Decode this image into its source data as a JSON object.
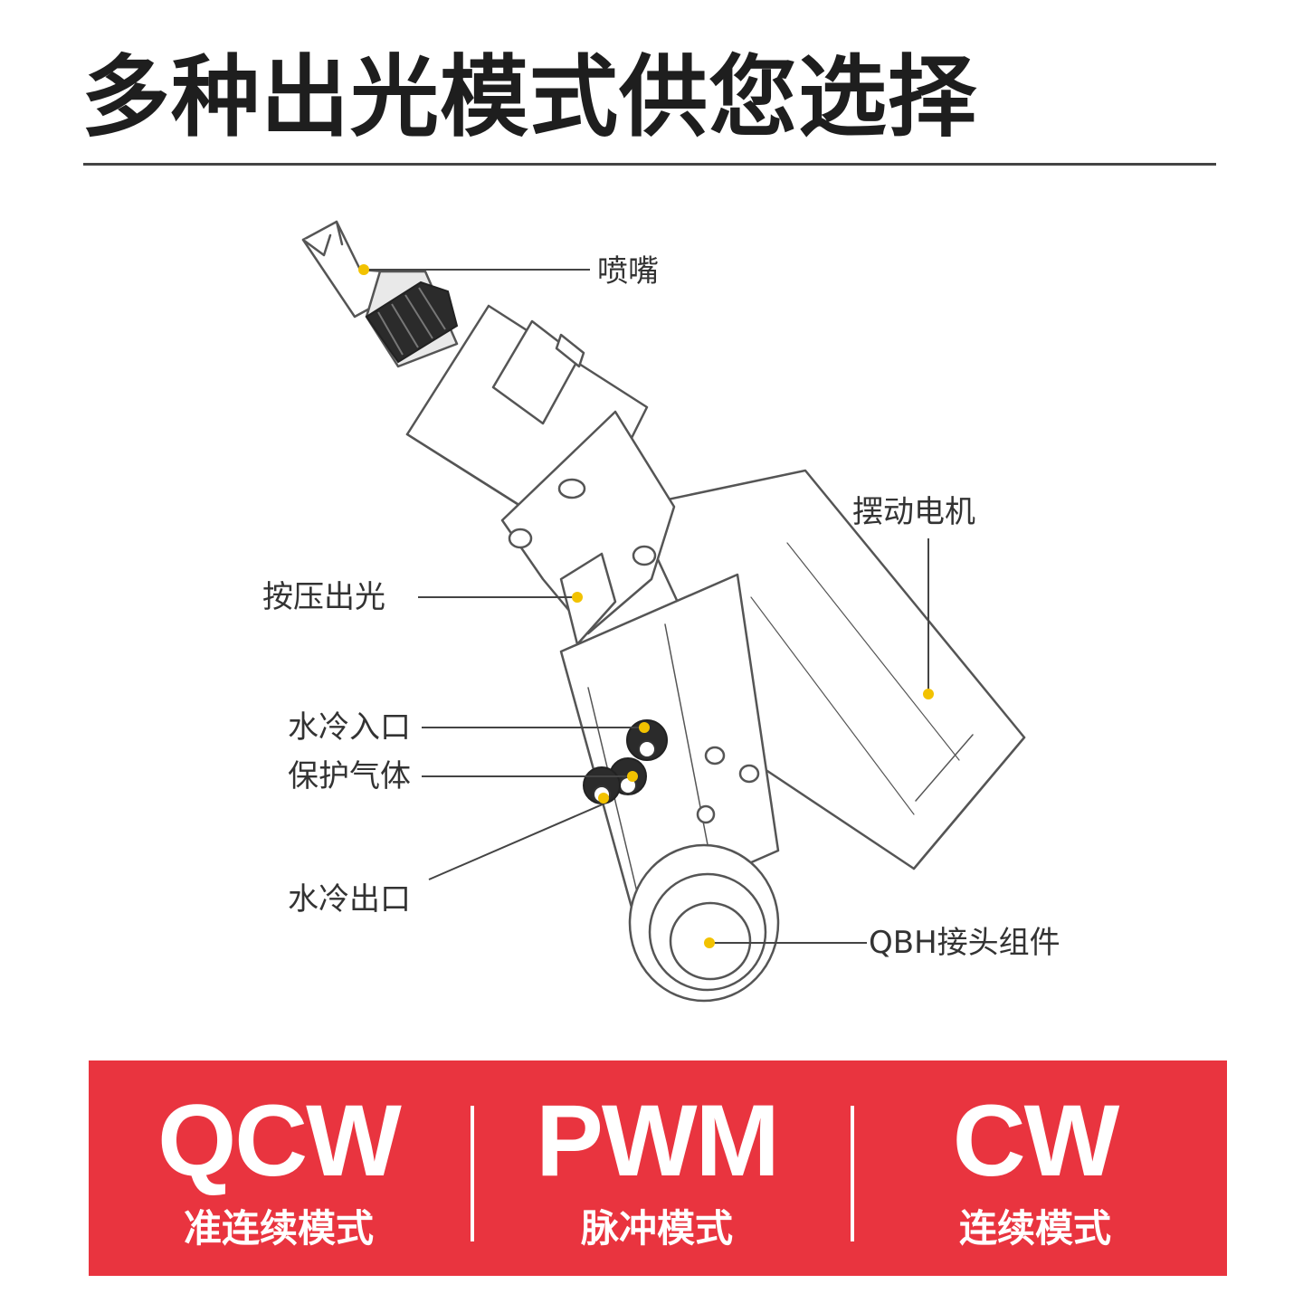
{
  "title": "多种出光模式供您选择",
  "colors": {
    "accent_red": "#e9343f",
    "callout_dot": "#f2c200",
    "line_art": "#555555"
  },
  "callouts": {
    "nozzle": "喷嘴",
    "swing_motor": "摆动电机",
    "press_emit": "按压出光",
    "water_inlet": "水冷入口",
    "shield_gas": "保护气体",
    "water_outlet": "水冷出口",
    "qbh_connector": "QBH接头组件"
  },
  "modes": [
    {
      "code": "QCW",
      "name": "准连续模式"
    },
    {
      "code": "PWM",
      "name": "脉冲模式"
    },
    {
      "code": "CW",
      "name": "连续模式"
    }
  ]
}
